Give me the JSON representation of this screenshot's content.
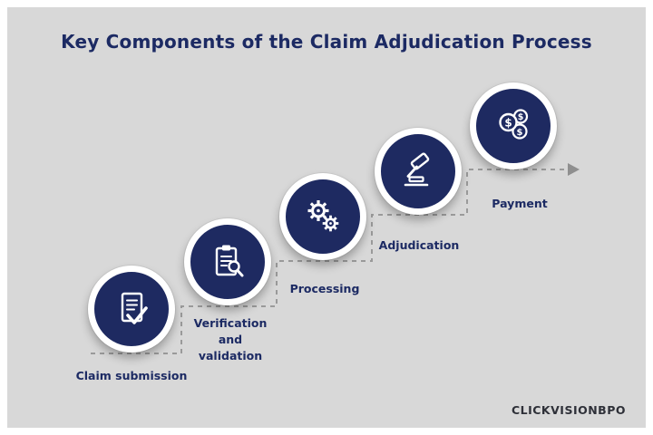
{
  "title": "Key Components of the Claim Adjudication Process",
  "steps": [
    {
      "label": "Claim submission",
      "icon": "document-check-icon"
    },
    {
      "label": "Verification and validation",
      "icon": "clipboard-search-icon"
    },
    {
      "label": "Processing",
      "icon": "gears-icon"
    },
    {
      "label": "Adjudication",
      "icon": "gavel-icon"
    },
    {
      "label": "Payment",
      "icon": "money-coins-icon"
    }
  ],
  "flow": {
    "direction": "bottom-left to top-right staircase",
    "connector_style": "dashed",
    "end_marker": "arrow-right"
  },
  "logo": {
    "text": "CLICKVISIONBPO"
  },
  "colors": {
    "background": "#d8d8d8",
    "frame_border": "#ffffff",
    "navy": "#1e2a61",
    "title_text": "#1c2a63",
    "dashed_line": "#9a9a9a",
    "icon_white": "#ffffff",
    "logo_text": "#2e3038"
  }
}
